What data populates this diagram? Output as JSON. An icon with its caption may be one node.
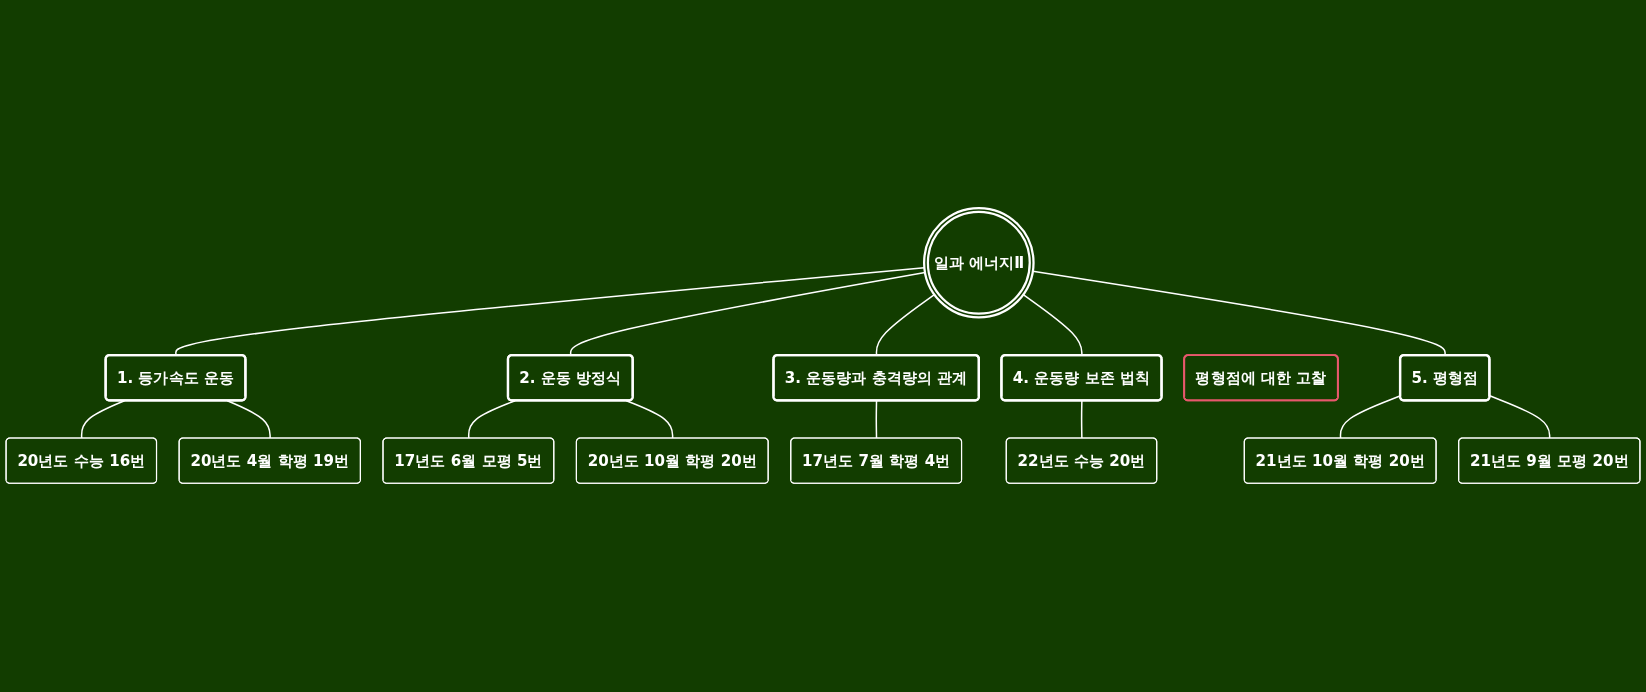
{
  "diagram": {
    "nodes": [
      {
        "text": [
          "일과 에너지Ⅱ"
        ]
      },
      {
        "text": [
          "1. 등가속도 운동"
        ]
      },
      {
        "text": [
          "20년도 수능 16번"
        ]
      },
      {
        "text": [
          "20년도 4월 학평 19번"
        ]
      },
      {
        "text": [
          "2. 운동 방정식"
        ]
      },
      {
        "text": [
          "17년도 6월 모평 5번"
        ]
      },
      {
        "text": [
          "20년도 10월 학평 20번"
        ]
      },
      {
        "text": [
          "3. 운동량과 충격량의 관계"
        ]
      },
      {
        "text": [
          "17년도 7월 학평 4번"
        ]
      },
      {
        "text": [
          "4. 운동량 보존 법칙"
        ]
      },
      {
        "text": [
          "22년도 수능 20번"
        ]
      },
      {
        "text": [
          "평형점에 대한 고찰"
        ]
      },
      {
        "text": [
          "5. 평형점"
        ]
      },
      {
        "text": [
          "21년도 10월 학평 20번"
        ]
      },
      {
        "text": [
          "21년도 9월 모평 20번"
        ]
      }
    ],
    "edges": [
      {
        "from": 0,
        "to": 1,
        "arrow": "none"
      },
      {
        "from": 1,
        "to": 2,
        "arrow": "none"
      },
      {
        "from": 1,
        "to": 3,
        "arrow": "none"
      },
      {
        "from": 0,
        "to": 4,
        "arrow": "none"
      },
      {
        "from": 4,
        "to": 5,
        "arrow": "none"
      },
      {
        "from": 4,
        "to": 6,
        "arrow": "none"
      },
      {
        "from": 0,
        "to": 7,
        "arrow": "none"
      },
      {
        "from": 7,
        "to": 8,
        "arrow": "none"
      },
      {
        "from": 0,
        "to": 9,
        "arrow": "none"
      },
      {
        "from": 9,
        "to": 10,
        "arrow": "none"
      },
      {
        "from": 0,
        "to": 12,
        "arrow": "none"
      },
      {
        "from": 12,
        "to": 13,
        "arrow": "none"
      },
      {
        "from": 12,
        "to": 14,
        "arrow": "none"
      }
    ]
  }
}
